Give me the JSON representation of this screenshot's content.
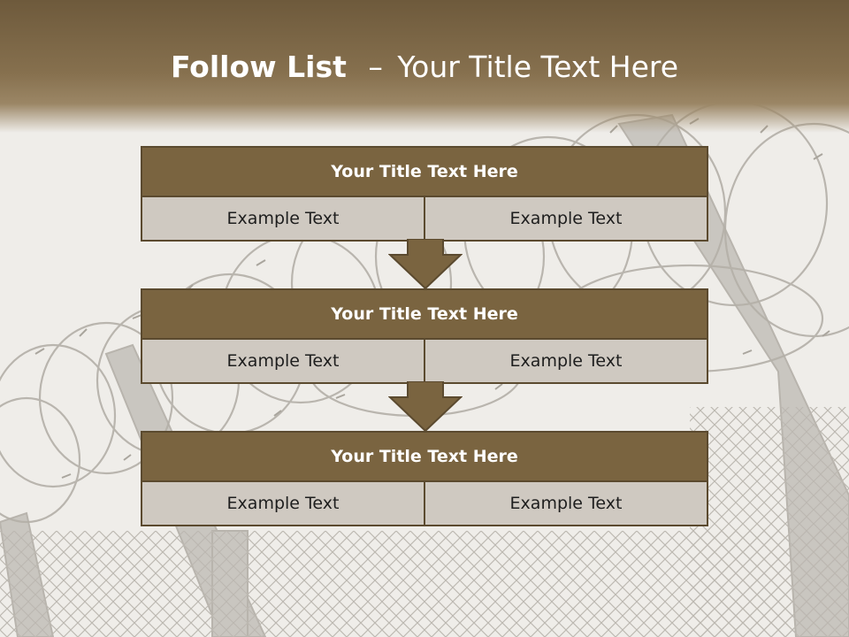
{
  "slide": {
    "title_bold": "Follow List",
    "title_dash": "–",
    "title_rest": "Your Title Text Here"
  },
  "steps": [
    {
      "title": "Your Title Text Here",
      "left": "Example Text",
      "right": "Example Text"
    },
    {
      "title": "Your Title Text Here",
      "left": "Example Text",
      "right": "Example Text"
    },
    {
      "title": "Your Title Text Here",
      "left": "Example Text",
      "right": "Example Text"
    }
  ],
  "colors": {
    "header_brown": "#7a6440",
    "border_brown": "#5b4a2f",
    "cell_gray": "#cfc9c1",
    "background": "#efede9"
  },
  "background_image": "barbed-wire-fence"
}
